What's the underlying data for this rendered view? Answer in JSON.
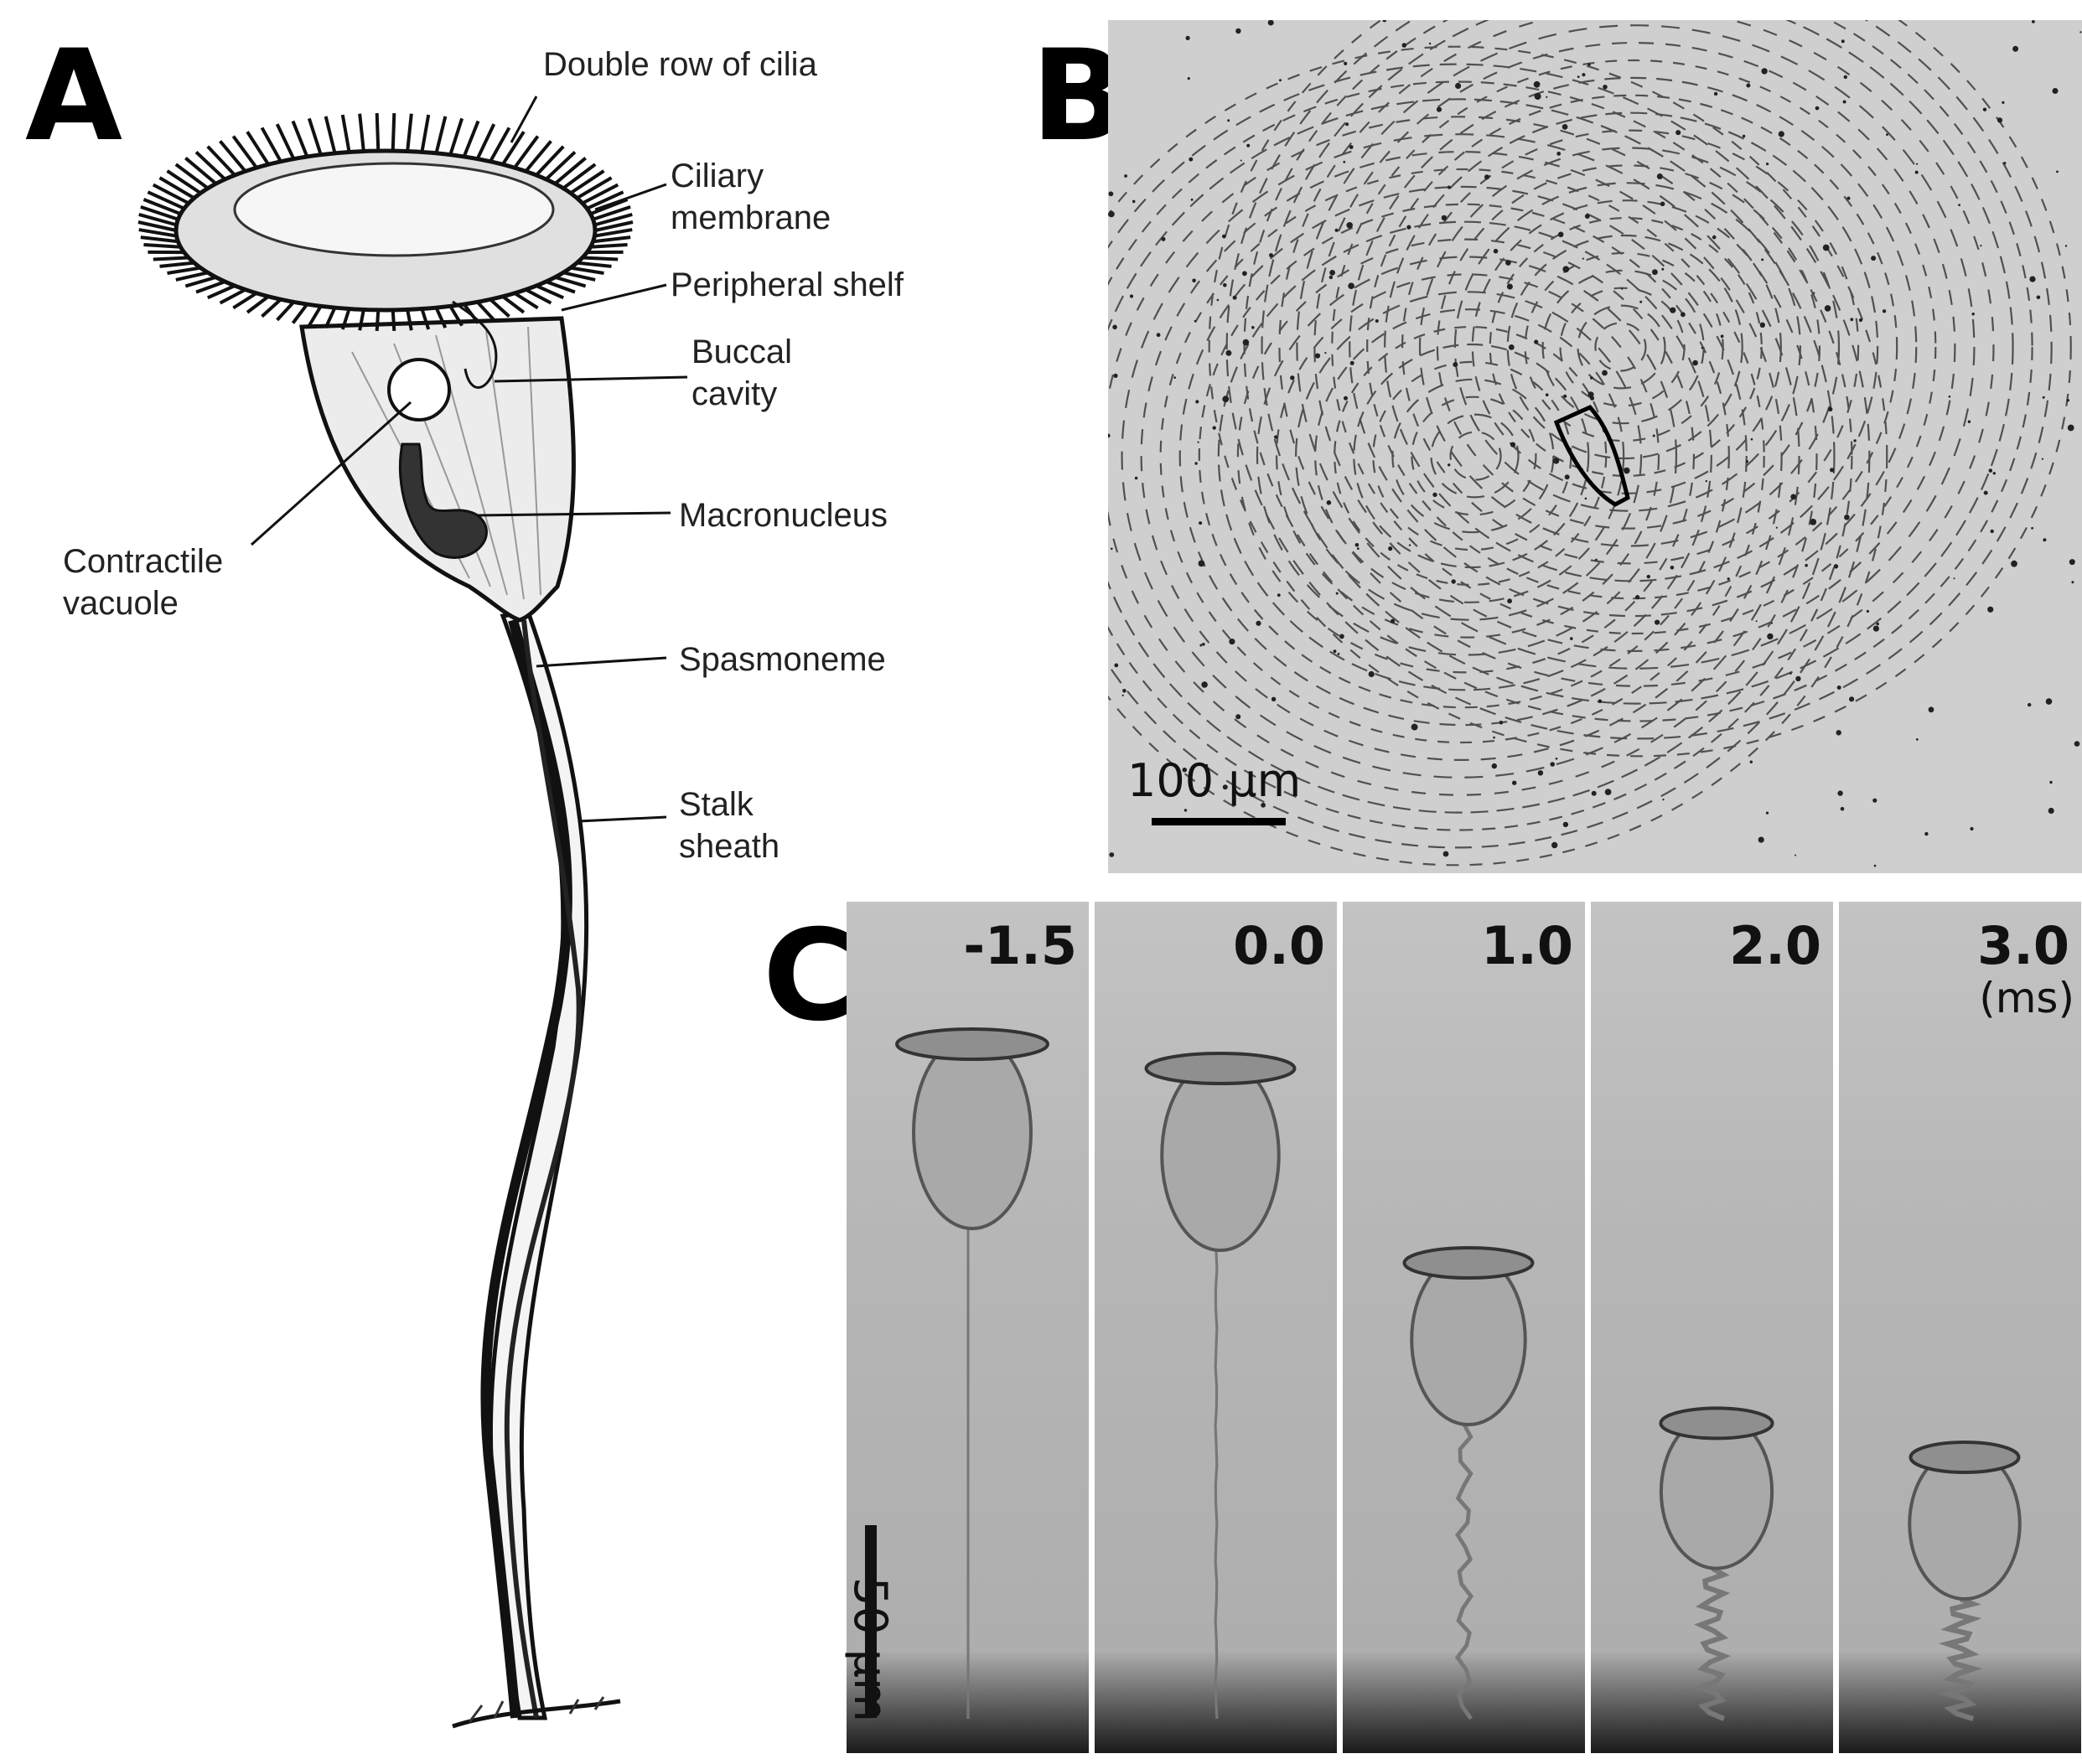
{
  "panels": {
    "a": {
      "letter": "A"
    },
    "b": {
      "letter": "B",
      "scale_bar": "100 µm"
    },
    "c": {
      "letter": "C",
      "unit": "(ms)",
      "scale_bar": "50 µm",
      "frames": [
        "-1.5",
        "0.0",
        "1.0",
        "2.0",
        "3.0"
      ],
      "contraction_stage": [
        0,
        0.05,
        0.45,
        0.78,
        0.85
      ]
    }
  },
  "labels": {
    "double_row": "Double row of cilia",
    "ciliary_1": "Ciliary",
    "ciliary_2": "membrane",
    "peripheral": "Peripheral shelf",
    "buccal_1": "Buccal",
    "buccal_2": "cavity",
    "macronucleus": "Macronucleus",
    "contractile_1": "Contractile",
    "contractile_2": "vacuole",
    "spasmoneme": "Spasmoneme",
    "stalk_1": "Stalk",
    "stalk_2": "sheath"
  },
  "colors": {
    "ink": "#111111",
    "photo_bg": "#c8c8c8",
    "flow_bg": "#cfcfcf"
  }
}
